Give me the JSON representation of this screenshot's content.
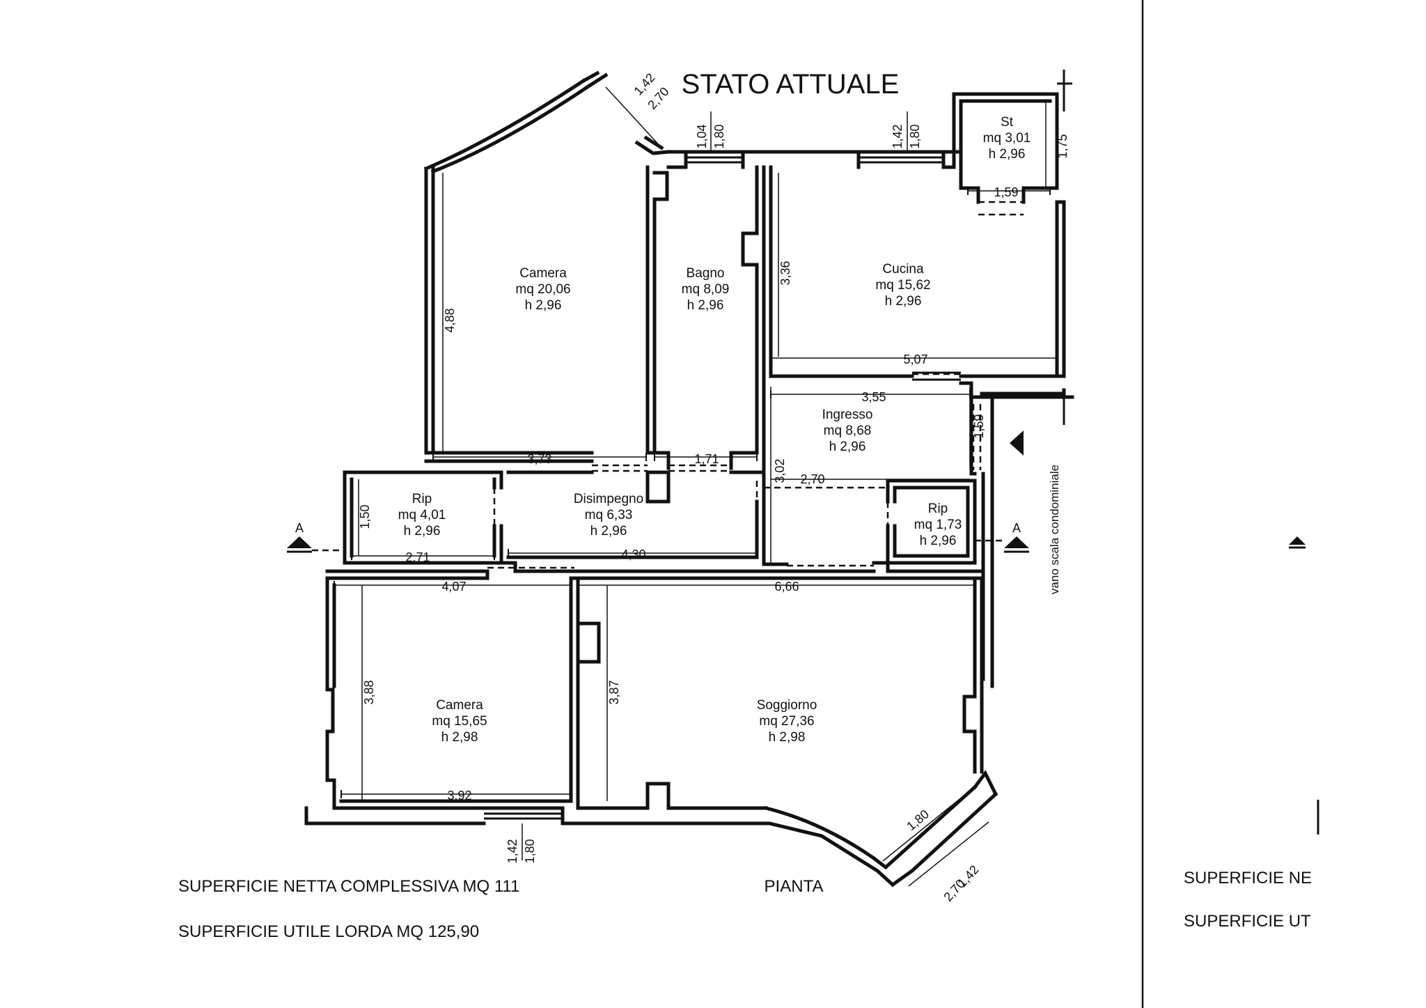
{
  "title": "STATO ATTUALE",
  "plan_label": "PIANTA",
  "summary": {
    "net": "SUPERFICIE NETTA COMPLESSIVA  MQ 111",
    "gross": "SUPERFICIE UTILE LORDA MQ 125,90"
  },
  "adjacent_sheet": {
    "net_partial": "SUPERFICIE NE",
    "gross_partial": "SUPERFICIE UT"
  },
  "stair_label": "vano scala condominiale",
  "section_mark": "A",
  "rooms": {
    "camera_top": {
      "name": "Camera",
      "area": "mq 20,06",
      "height": "h 2,96"
    },
    "bagno": {
      "name": "Bagno",
      "area": "mq 8,09",
      "height": "h 2,96"
    },
    "cucina": {
      "name": "Cucina",
      "area": "mq 15,62",
      "height": "h 2,96"
    },
    "st": {
      "name": "St",
      "area": "mq 3,01",
      "height": "h 2,96"
    },
    "ingresso": {
      "name": "Ingresso",
      "area": "mq 8,68",
      "height": "h 2,96"
    },
    "rip_left": {
      "name": "Rip",
      "area": "mq 4,01",
      "height": "h 2,96"
    },
    "disimpegno": {
      "name": "Disimpegno",
      "area": "mq 6,33",
      "height": "h 2,96"
    },
    "rip_right": {
      "name": "Rip",
      "area": "mq 1,73",
      "height": "h 2,96"
    },
    "camera_bottom": {
      "name": "Camera",
      "area": "mq 15,65",
      "height": "h 2,98"
    },
    "soggiorno": {
      "name": "Soggiorno",
      "area": "mq 27,36",
      "height": "h 2,98"
    }
  },
  "dimensions": {
    "camera_top_w": "3,73",
    "camera_top_h": "4,88",
    "bagno_w": "1,71",
    "cucina_h": "3,36",
    "cucina_w": "5,07",
    "st_w": "1,59",
    "st_h": "1,75",
    "ingresso_w": "3,55",
    "ingresso_h": "1,59",
    "corridor_h": "3,02",
    "corridor_w": "2,70",
    "rip_left_h": "1,50",
    "rip_left_w": "2,71",
    "disimpegno_w": "4,30",
    "camera_bottom_top_w": "4,07",
    "camera_bottom_h": "3,88",
    "camera_bottom_w": "3,92",
    "soggiorno_w": "6,66",
    "soggiorno_h": "3,87",
    "soggiorno_diag": "1,80",
    "win_w_142": "1,42",
    "win_h_180": "1,80",
    "win_w_104": "1,04",
    "win_h_270": "2,70"
  }
}
